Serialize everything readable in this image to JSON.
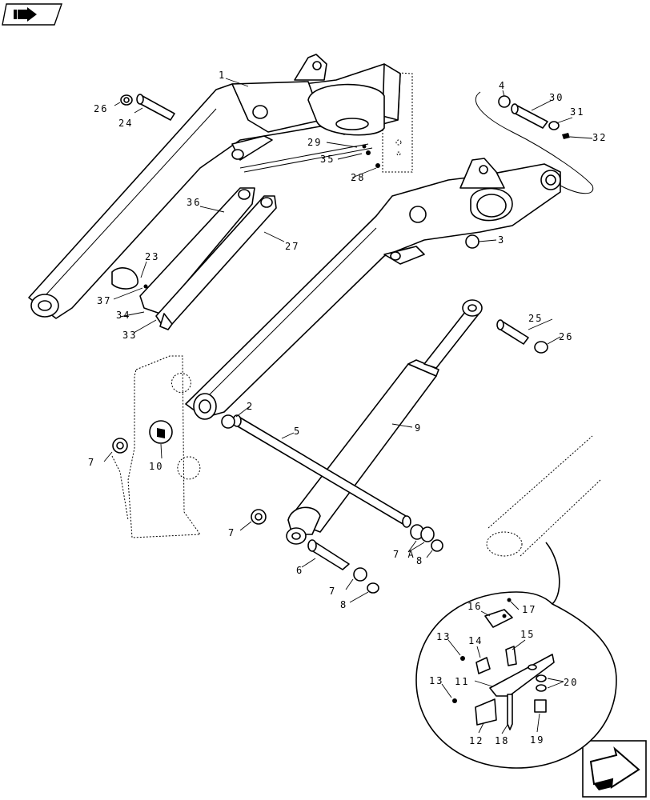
{
  "nav": {
    "top_left_icon": "book-arrow-icon",
    "bottom_right_icon": "next-page-arrow-icon"
  },
  "callouts": {
    "c1": "1",
    "c2": "2",
    "c3": "3",
    "c4": "4",
    "c5": "5",
    "c6": "6",
    "c7a": "7",
    "c7b": "7",
    "c7c": "7",
    "c7A": "7 A",
    "c8a": "8",
    "c8b": "8",
    "c9": "9",
    "c10": "10",
    "c11": "11",
    "c12": "12",
    "c13a": "13",
    "c13b": "13",
    "c14": "14",
    "c15": "15",
    "c16": "16",
    "c17": "17",
    "c18": "18",
    "c19": "19",
    "c20": "20",
    "c23": "23",
    "c24": "24",
    "c25": "25",
    "c26a": "26",
    "c26b": "26",
    "c27": "27",
    "c28": "28",
    "c29": "29",
    "c30": "30",
    "c31": "31",
    "c32": "32",
    "c33": "33",
    "c34": "34",
    "c35": "35",
    "c36": "36",
    "c37": "37"
  }
}
